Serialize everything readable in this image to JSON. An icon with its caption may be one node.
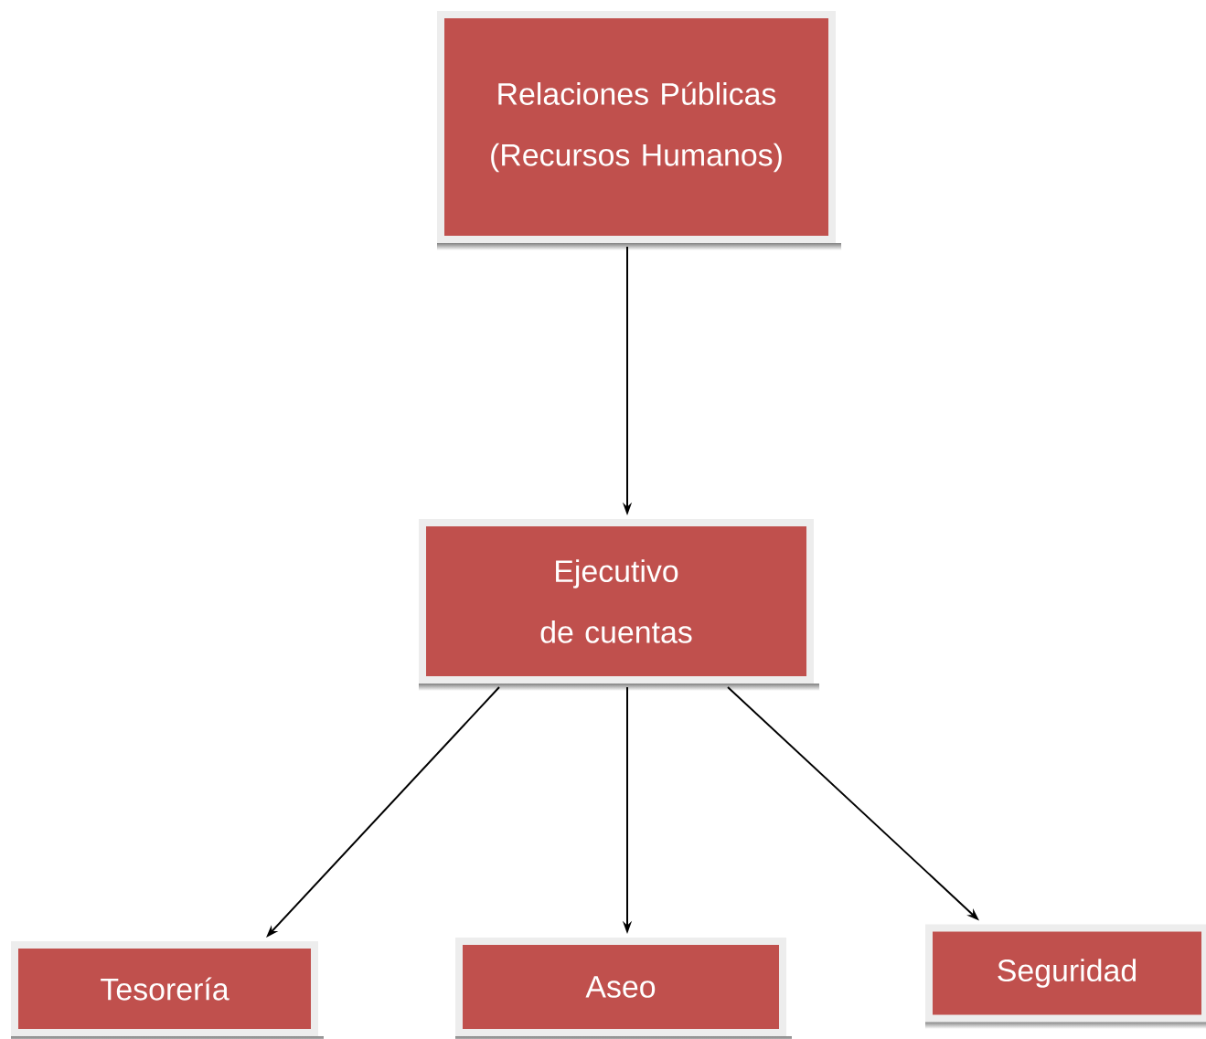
{
  "diagram": {
    "nodes": [
      {
        "text": [
          "Relaciones Públicas (Recursos Humanos)"
        ]
      },
      {
        "text": [
          "Ejecutivo de cuentas"
        ]
      },
      {
        "text": [
          "Tesorería"
        ]
      },
      {
        "text": [
          "Aseo"
        ]
      },
      {
        "text": [
          "Seguridad"
        ]
      }
    ],
    "edges": [
      {
        "from": 0,
        "to": 1,
        "arrow": "to"
      },
      {
        "from": 1,
        "to": 2,
        "arrow": "to"
      },
      {
        "from": 1,
        "to": 3,
        "arrow": "to"
      },
      {
        "from": 1,
        "to": 4,
        "arrow": "to"
      }
    ]
  }
}
